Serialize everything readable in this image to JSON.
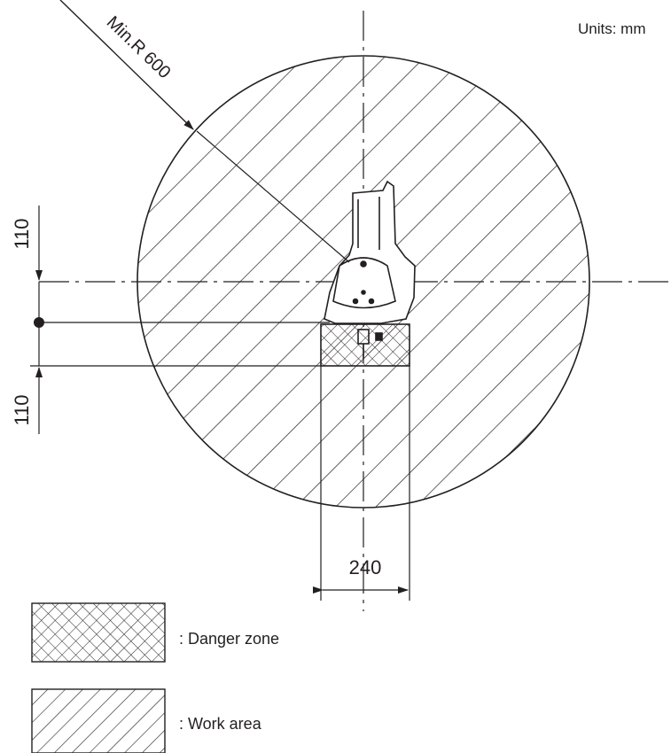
{
  "units_label": "Units: mm",
  "radius_label": "Min.R 600",
  "dimensions": {
    "upper_offset": "110",
    "lower_offset": "110",
    "danger_width": "240"
  },
  "legend": [
    {
      "pattern": "cross-hatch",
      "label": ": Danger zone"
    },
    {
      "pattern": "diagonal-hatch",
      "label": ": Work area"
    }
  ],
  "colors": {
    "line": "#231f20",
    "background": "#ffffff"
  }
}
